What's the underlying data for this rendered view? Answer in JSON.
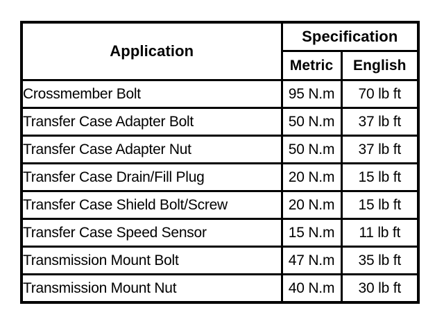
{
  "table": {
    "headers": {
      "application": "Application",
      "specification": "Specification",
      "metric": "Metric",
      "english": "English"
    },
    "rows": [
      {
        "application": "Crossmember Bolt",
        "metric": "95 N.m",
        "english": "70 lb ft"
      },
      {
        "application": "Transfer Case Adapter Bolt",
        "metric": "50 N.m",
        "english": "37 lb ft"
      },
      {
        "application": "Transfer Case Adapter Nut",
        "metric": "50 N.m",
        "english": "37 lb ft"
      },
      {
        "application": "Transfer Case Drain/Fill Plug",
        "metric": "20 N.m",
        "english": "15 lb ft"
      },
      {
        "application": "Transfer Case Shield Bolt/Screw",
        "metric": "20 N.m",
        "english": "15 lb ft"
      },
      {
        "application": "Transfer Case Speed Sensor",
        "metric": "15 N.m",
        "english": "11 lb ft"
      },
      {
        "application": "Transmission Mount Bolt",
        "metric": "47 N.m",
        "english": "35 lb ft"
      },
      {
        "application": "Transmission Mount Nut",
        "metric": "40 N.m",
        "english": "30 lb ft"
      }
    ]
  },
  "colors": {
    "background": "#ffffff",
    "border": "#000000",
    "text": "#000000"
  }
}
